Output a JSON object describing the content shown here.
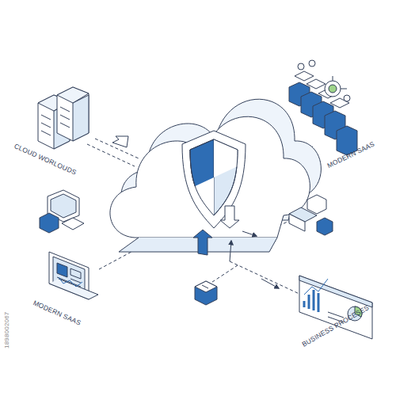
{
  "diagram": {
    "labels": [
      "CLOUD WORLOUDS",
      "MODERN SAAS",
      "MODERN SAAS",
      "BUSINESS PROCESES",
      "1898002067"
    ]
  }
}
